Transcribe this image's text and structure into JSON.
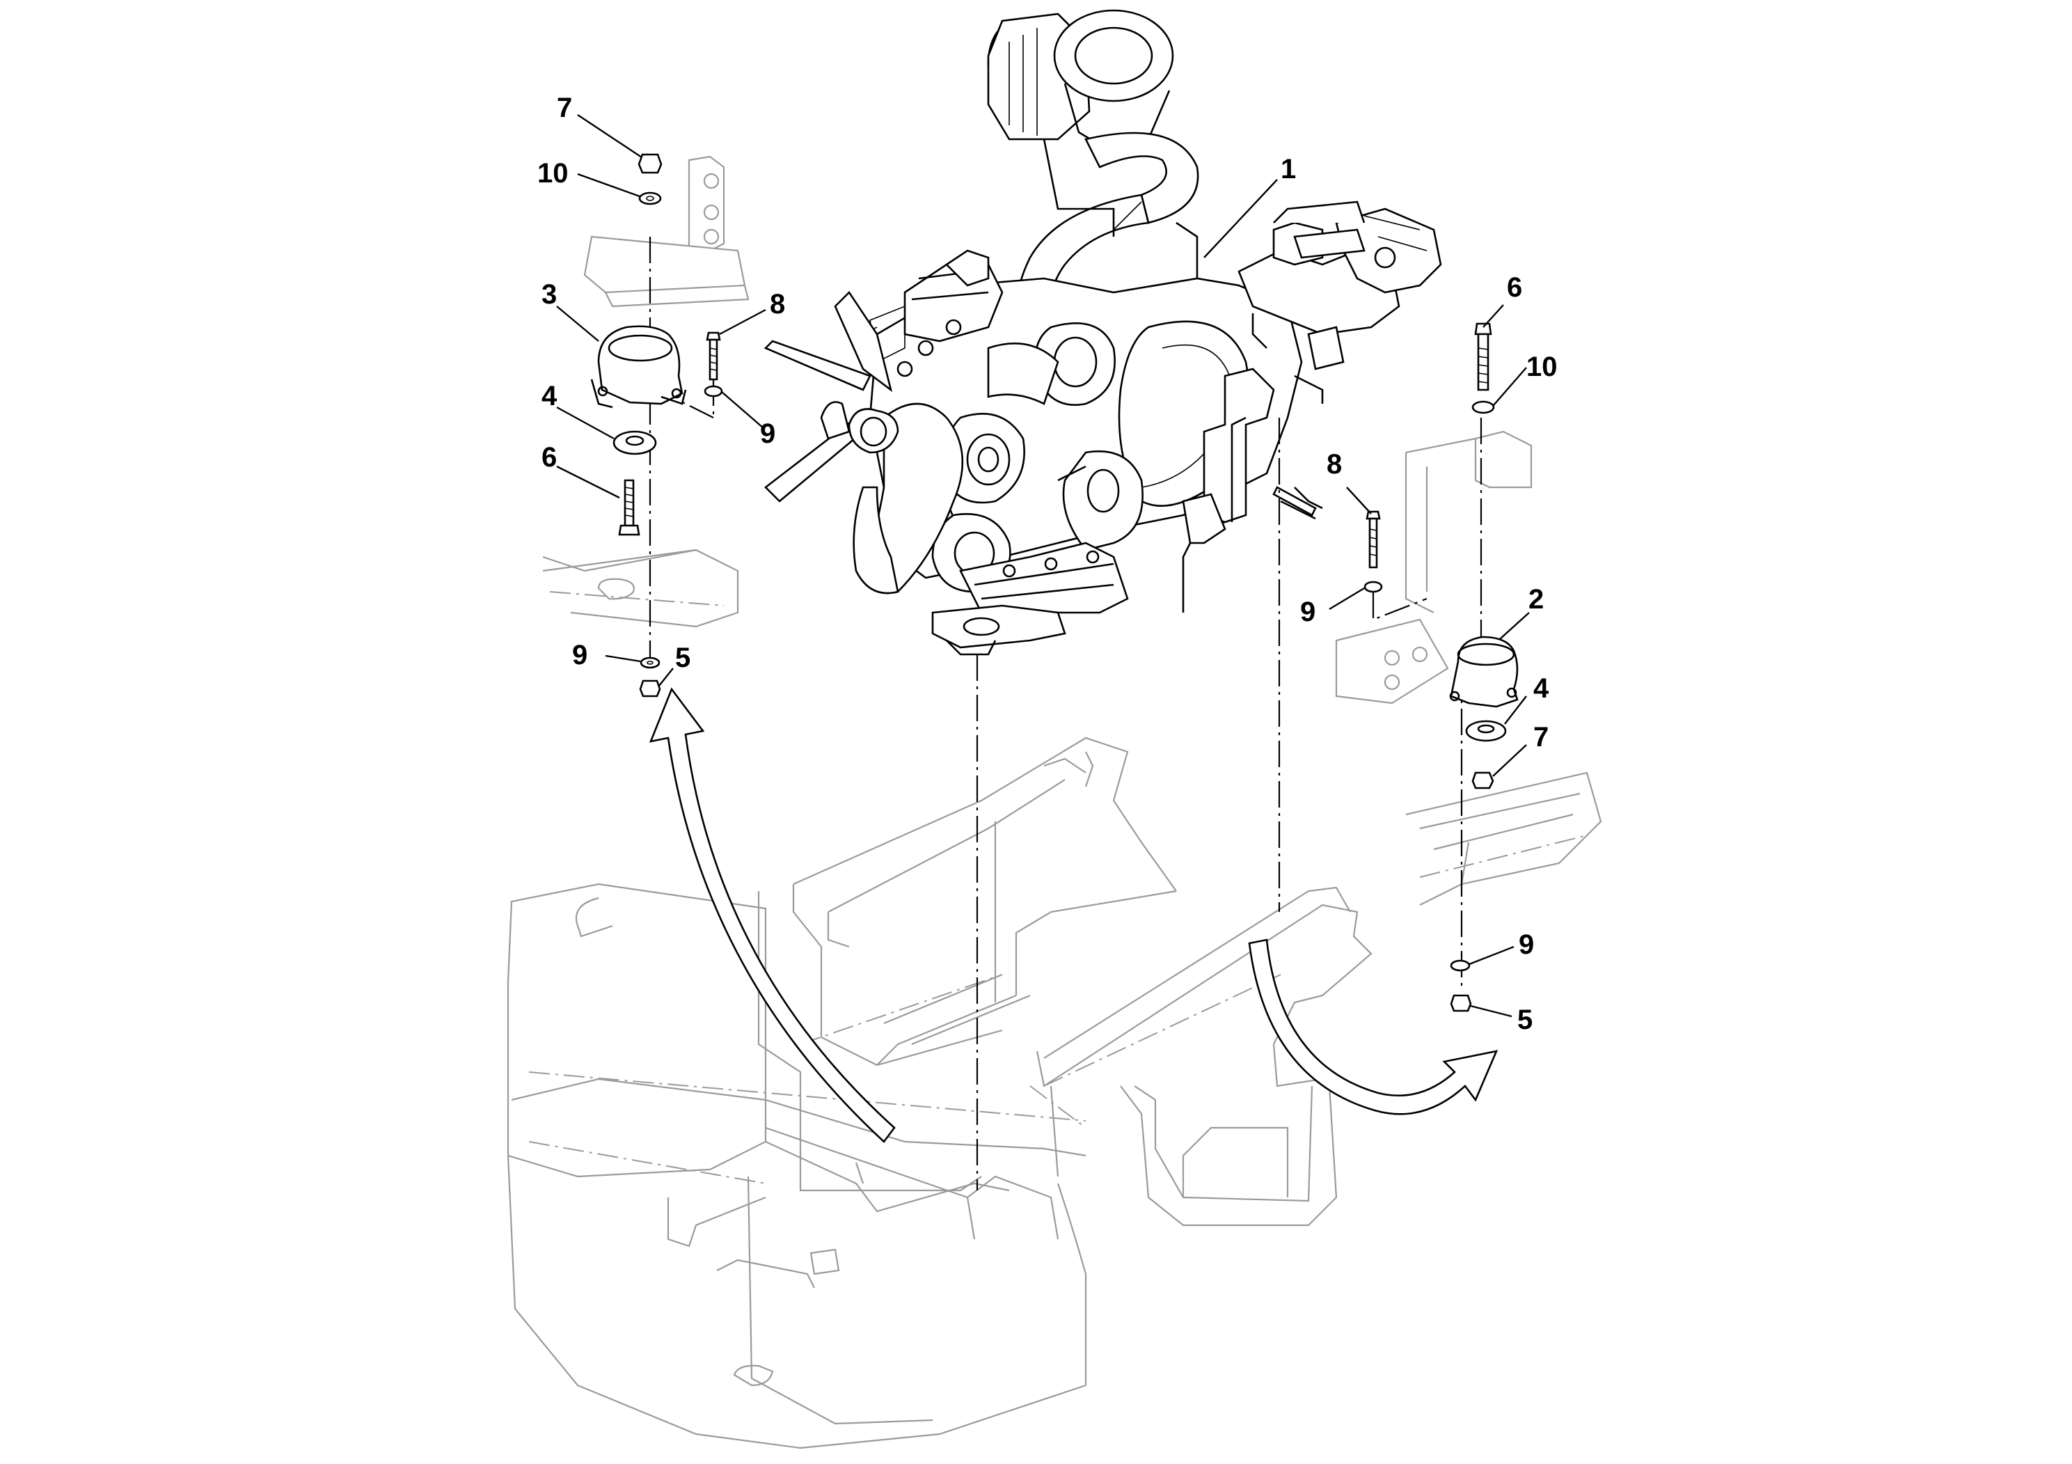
{
  "diagram": {
    "callouts": [
      {
        "label": "1"
      },
      {
        "label": "2"
      },
      {
        "label": "3"
      },
      {
        "label": "4"
      },
      {
        "label": "4"
      },
      {
        "label": "5"
      },
      {
        "label": "5"
      },
      {
        "label": "6"
      },
      {
        "label": "6"
      },
      {
        "label": "7"
      },
      {
        "label": "7"
      },
      {
        "label": "8"
      },
      {
        "label": "8"
      },
      {
        "label": "9"
      },
      {
        "label": "9"
      },
      {
        "label": "9"
      },
      {
        "label": "9"
      },
      {
        "label": "10"
      },
      {
        "label": "10"
      }
    ]
  }
}
